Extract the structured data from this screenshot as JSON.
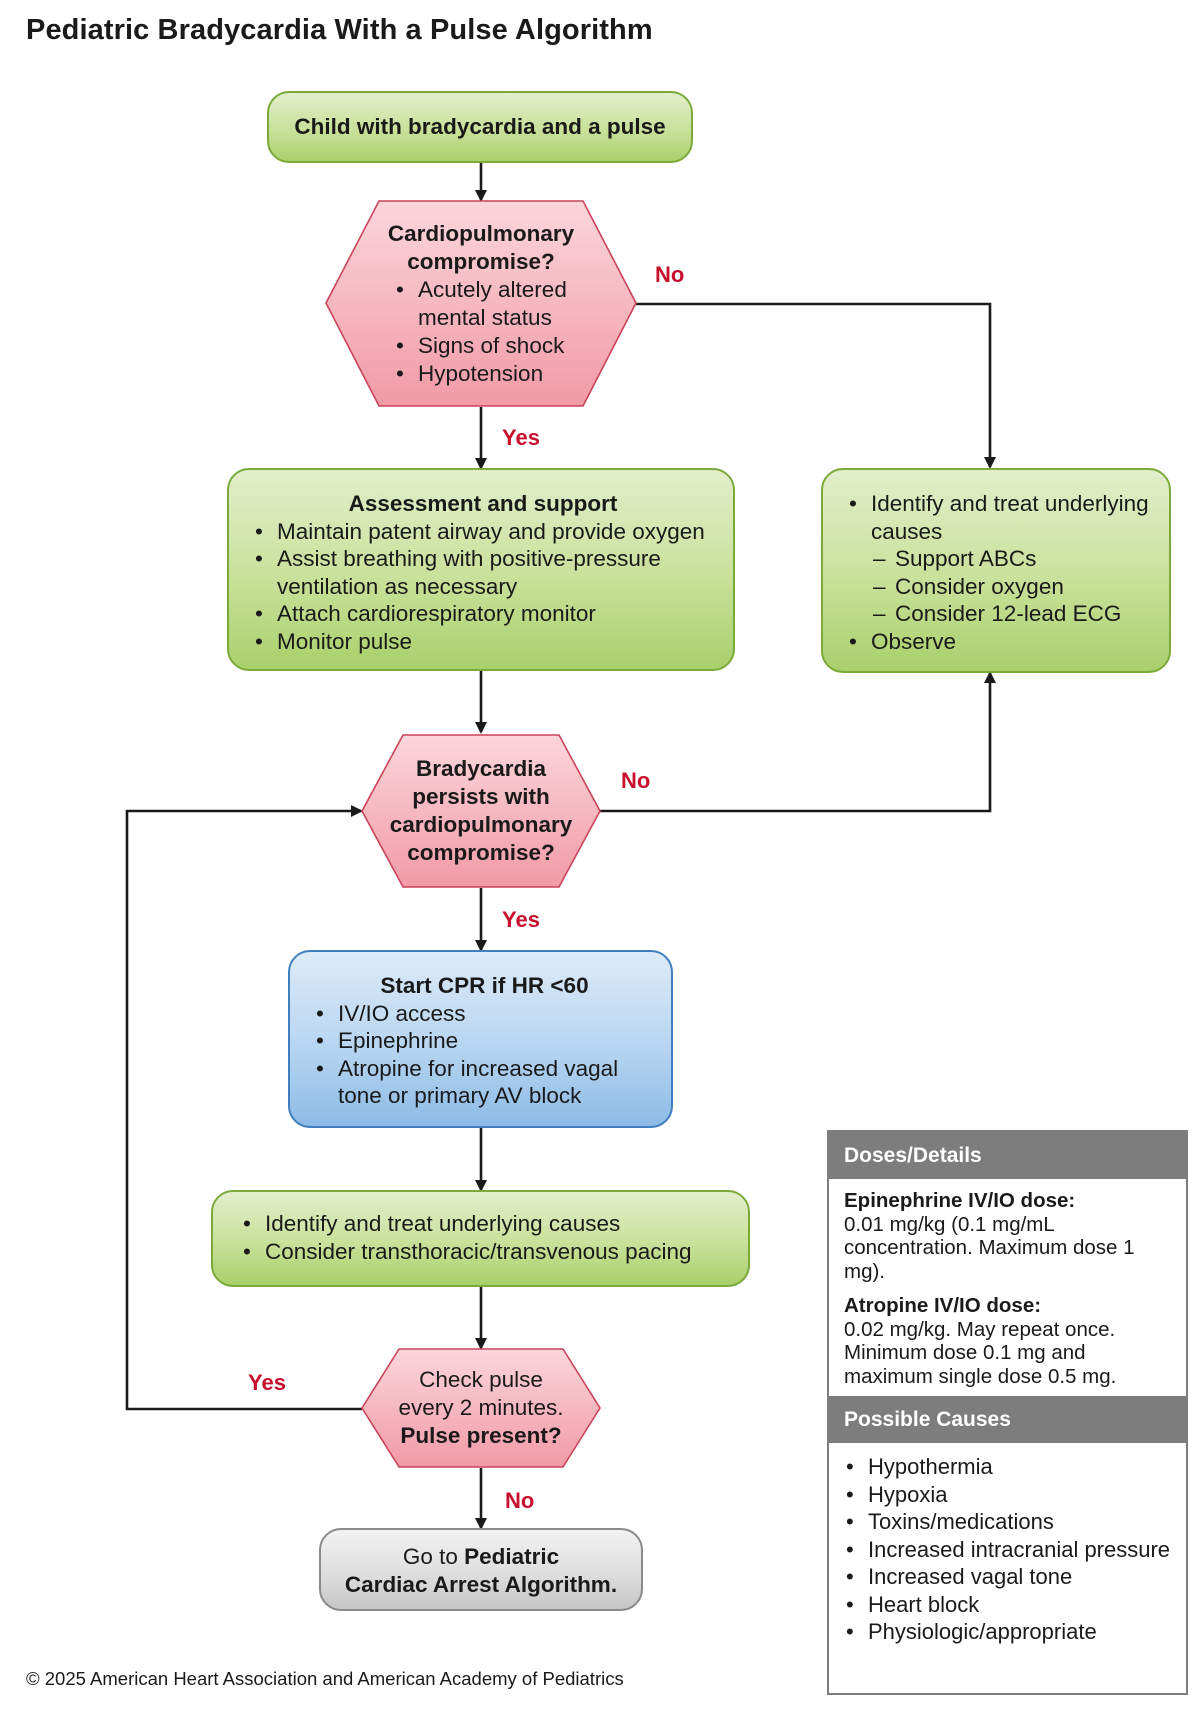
{
  "title": "Pediatric Bradycardia With a Pulse Algorithm",
  "start": {
    "label": "Child with bradycardia and a pulse"
  },
  "decision1": {
    "title_line1": "Cardiopulmonary",
    "title_line2": "compromise?",
    "items": [
      "Acutely altered mental status",
      "Signs of shock",
      "Hypotension"
    ]
  },
  "assessment": {
    "title": "Assessment and support",
    "items": [
      "Maintain patent airway and provide oxygen",
      "Assist breathing with positive-pressure ventilation as necessary",
      "Attach cardiorespiratory monitor",
      "Monitor pulse"
    ]
  },
  "observe_box": {
    "item1": "Identify and treat underlying causes",
    "subitems": [
      "Support ABCs",
      "Consider oxygen",
      "Consider 12-lead ECG"
    ],
    "item2": "Observe"
  },
  "decision2": {
    "lines": [
      "Bradycardia",
      "persists with",
      "cardiopulmonary",
      "compromise?"
    ]
  },
  "cpr": {
    "title": "Start CPR if HR <60",
    "items": [
      "IV/IO access",
      "Epinephrine",
      "Atropine for increased vagal tone or primary AV block"
    ]
  },
  "treat_box": {
    "items": [
      "Identify and treat underlying causes",
      "Consider transthoracic/transvenous pacing"
    ]
  },
  "decision3": {
    "line1": "Check pulse",
    "line2": "every 2 minutes.",
    "line3": "Pulse present?"
  },
  "end": {
    "prefix": "Go to ",
    "bold1": "Pediatric",
    "bold2": "Cardiac Arrest Algorithm."
  },
  "labels": {
    "yes": "Yes",
    "no": "No"
  },
  "doses_panel": {
    "header": "Doses/Details",
    "epi_label": "Epinephrine IV/IO dose:",
    "epi_text": "0.01 mg/kg (0.1 mg/mL concentration. Maximum dose 1 mg).",
    "atro_label": "Atropine IV/IO dose:",
    "atro_text": "0.02 mg/kg. May repeat once. Minimum dose 0.1 mg and maximum single dose 0.5 mg."
  },
  "causes_panel": {
    "header": "Possible Causes",
    "items": [
      "Hypothermia",
      "Hypoxia",
      "Toxins/medications",
      "Increased intracranial pressure",
      "Increased vagal tone",
      "Heart block",
      "Physiologic/appropriate"
    ]
  },
  "footer": "© 2025 American Heart Association and American Academy of Pediatrics",
  "colors": {
    "decision_fill": "#f5b8c0",
    "decision_stroke": "#c9435a",
    "label_red": "#c8102e",
    "green_fill": "#c8e19a",
    "blue_fill": "#b7d5f1",
    "panel_header": "#7d7d7d"
  }
}
